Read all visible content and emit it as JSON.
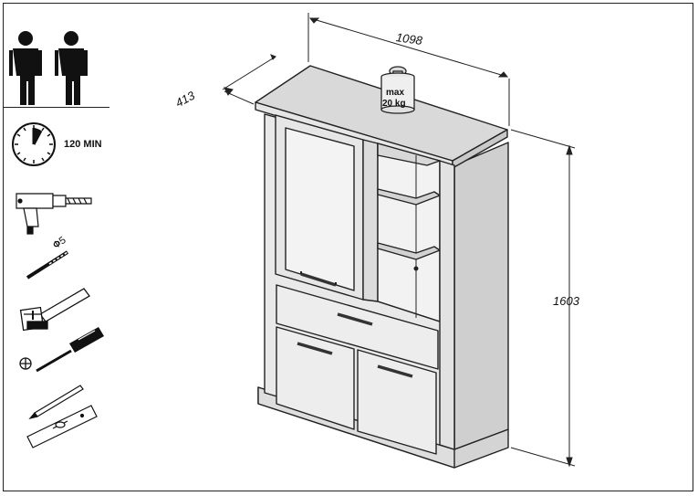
{
  "assembly": {
    "people": 2,
    "time_label": "120 MIN",
    "drill_bit_label": "Ф5"
  },
  "dimensions": {
    "width": "1098",
    "depth": "413",
    "height": "1603"
  },
  "load_limit": {
    "line1": "max",
    "line2": "20 kg"
  },
  "tools": [
    "people-icon",
    "clock-icon",
    "power-drill-icon",
    "drill-bit-icon",
    "hammer-icon",
    "screwdriver-icon",
    "pencil-icon",
    "spirit-level-icon"
  ],
  "colors": {
    "line": "#222222",
    "panel": "#e9e9e9",
    "top": "#d9d9d9",
    "side": "#cfcfcf"
  }
}
